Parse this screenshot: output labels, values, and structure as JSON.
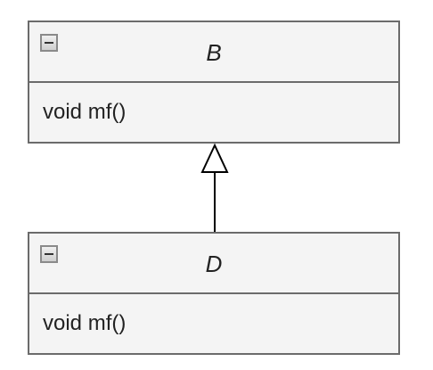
{
  "classes": [
    {
      "name": "B",
      "members": [
        "void mf()"
      ],
      "collapse_icon": "collapse-minus-icon"
    },
    {
      "name": "D",
      "members": [
        "void mf()"
      ],
      "collapse_icon": "collapse-minus-icon"
    }
  ],
  "relations": [
    {
      "type": "generalization",
      "from": "D",
      "to": "B"
    }
  ],
  "colors": {
    "box_fill": "#f4f4f4",
    "box_border": "#6b6b6b",
    "line": "#000000"
  }
}
